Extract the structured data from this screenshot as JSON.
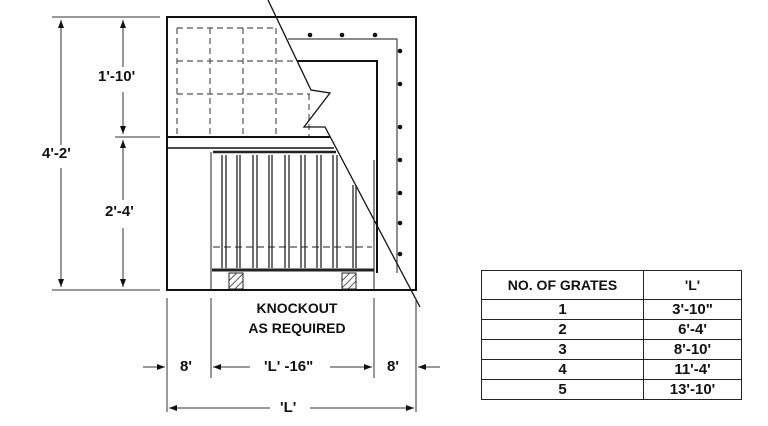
{
  "dimensions": {
    "overall_height": "4'-2'",
    "upper_height": "1'-10'",
    "lower_height": "2'-4'",
    "left_wall": "8'",
    "knockout_width": "'L' -16\"",
    "right_wall": "8'",
    "overall_length": "'L'"
  },
  "note": {
    "line1": "KNOCKOUT",
    "line2": "AS REQUIRED"
  },
  "table": {
    "headers": [
      "NO. OF GRATES",
      "'L'"
    ],
    "rows": [
      {
        "grates": "1",
        "length": "3'-10\""
      },
      {
        "grates": "2",
        "length": "6'-4'"
      },
      {
        "grates": "3",
        "length": "8'-10'"
      },
      {
        "grates": "4",
        "length": "11'-4'"
      },
      {
        "grates": "5",
        "length": "13'-10'"
      }
    ]
  },
  "colors": {
    "line": "#111111",
    "dashed": "#555555",
    "background": "#ffffff"
  }
}
